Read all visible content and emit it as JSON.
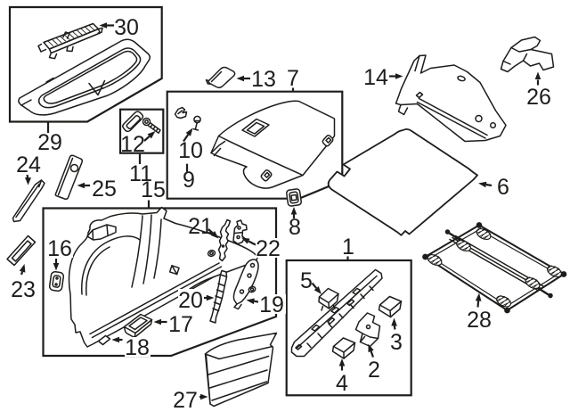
{
  "colors": {
    "line": "#1d1d1b",
    "background": "#ffffff"
  },
  "callouts": [
    {
      "num": "1"
    },
    {
      "num": "2"
    },
    {
      "num": "3"
    },
    {
      "num": "4"
    },
    {
      "num": "5"
    },
    {
      "num": "6"
    },
    {
      "num": "7"
    },
    {
      "num": "8"
    },
    {
      "num": "9"
    },
    {
      "num": "10"
    },
    {
      "num": "11"
    },
    {
      "num": "12"
    },
    {
      "num": "13"
    },
    {
      "num": "14"
    },
    {
      "num": "15"
    },
    {
      "num": "16"
    },
    {
      "num": "17"
    },
    {
      "num": "18"
    },
    {
      "num": "19"
    },
    {
      "num": "20"
    },
    {
      "num": "21"
    },
    {
      "num": "22"
    },
    {
      "num": "23"
    },
    {
      "num": "24"
    },
    {
      "num": "25"
    },
    {
      "num": "26"
    },
    {
      "num": "27"
    },
    {
      "num": "28"
    },
    {
      "num": "29"
    },
    {
      "num": "30"
    }
  ]
}
